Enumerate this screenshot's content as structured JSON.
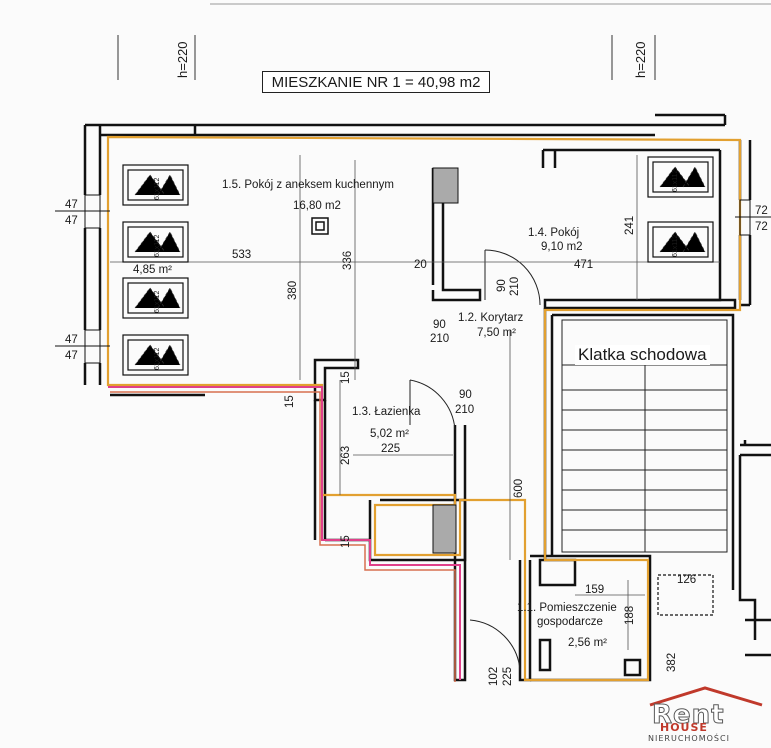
{
  "title": "MIESZKANIE NR 1 = 40,98 m2",
  "heights": [
    "h=220",
    "h=220"
  ],
  "rooms": [
    {
      "name": "1.5. Pokój z aneksem kuchennym",
      "area": "16,80 m2"
    },
    {
      "name": "1.4. Pokój",
      "area": "9,10 m2"
    },
    {
      "name": "1.2. Korytarz",
      "area": "7,50 m²"
    },
    {
      "name": "1.3. Łazienka",
      "area": "5,02 m²"
    },
    {
      "name": "1.1. Pomieszczenie",
      "name2": "gospodarcze",
      "area": "2,56 m²"
    }
  ],
  "extra_area": "4,85 m²",
  "stairs": "Klatka schodowa",
  "window_label": "61x112",
  "dims": {
    "d533": "533",
    "d380": "380",
    "d336": "336",
    "d20": "20",
    "d471": "471",
    "d241": "241",
    "d90a": "90",
    "d210a": "210",
    "d90b": "90",
    "d210b": "210",
    "d90c": "90",
    "d210c": "210",
    "d15a": "15",
    "d15b": "15",
    "d15c": "15",
    "d263": "263",
    "d225a": "225",
    "d600": "600",
    "d159": "159",
    "d188": "188",
    "d126": "126",
    "d382": "382",
    "d102": "102",
    "d225b": "225",
    "d47a": "47",
    "d47b": "47",
    "d47c": "47",
    "d47d": "47",
    "d72a": "72",
    "d72b": "72"
  },
  "logo": {
    "main": "Rent",
    "sub": "HOUSE",
    "tag": "NIERUCHOMOŚCI"
  }
}
